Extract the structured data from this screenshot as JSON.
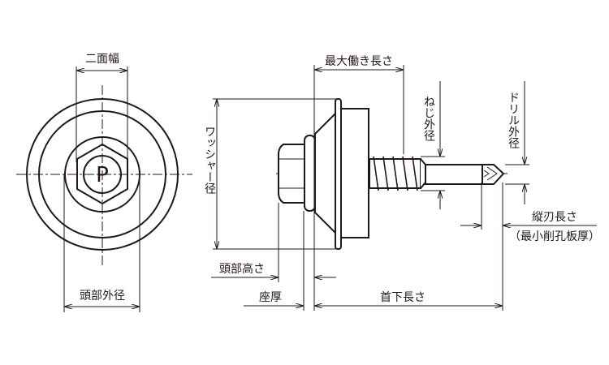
{
  "front_view": {
    "across_flats": "二面幅",
    "head_outer_diameter": "頭部外径",
    "head_mark": "P"
  },
  "side_view": {
    "washer_diameter": "ワッシャー径",
    "max_working_length": "最大働き長さ",
    "thread_outer_diameter": "ねじ外径",
    "drill_outer_diameter": "ドリル外径",
    "flute_length": "縦刃長さ",
    "min_drill_plate_thickness": "（最小削孔板厚）",
    "head_height": "頭部高さ",
    "seat_thickness": "座厚",
    "under_head_length": "首下長さ"
  }
}
